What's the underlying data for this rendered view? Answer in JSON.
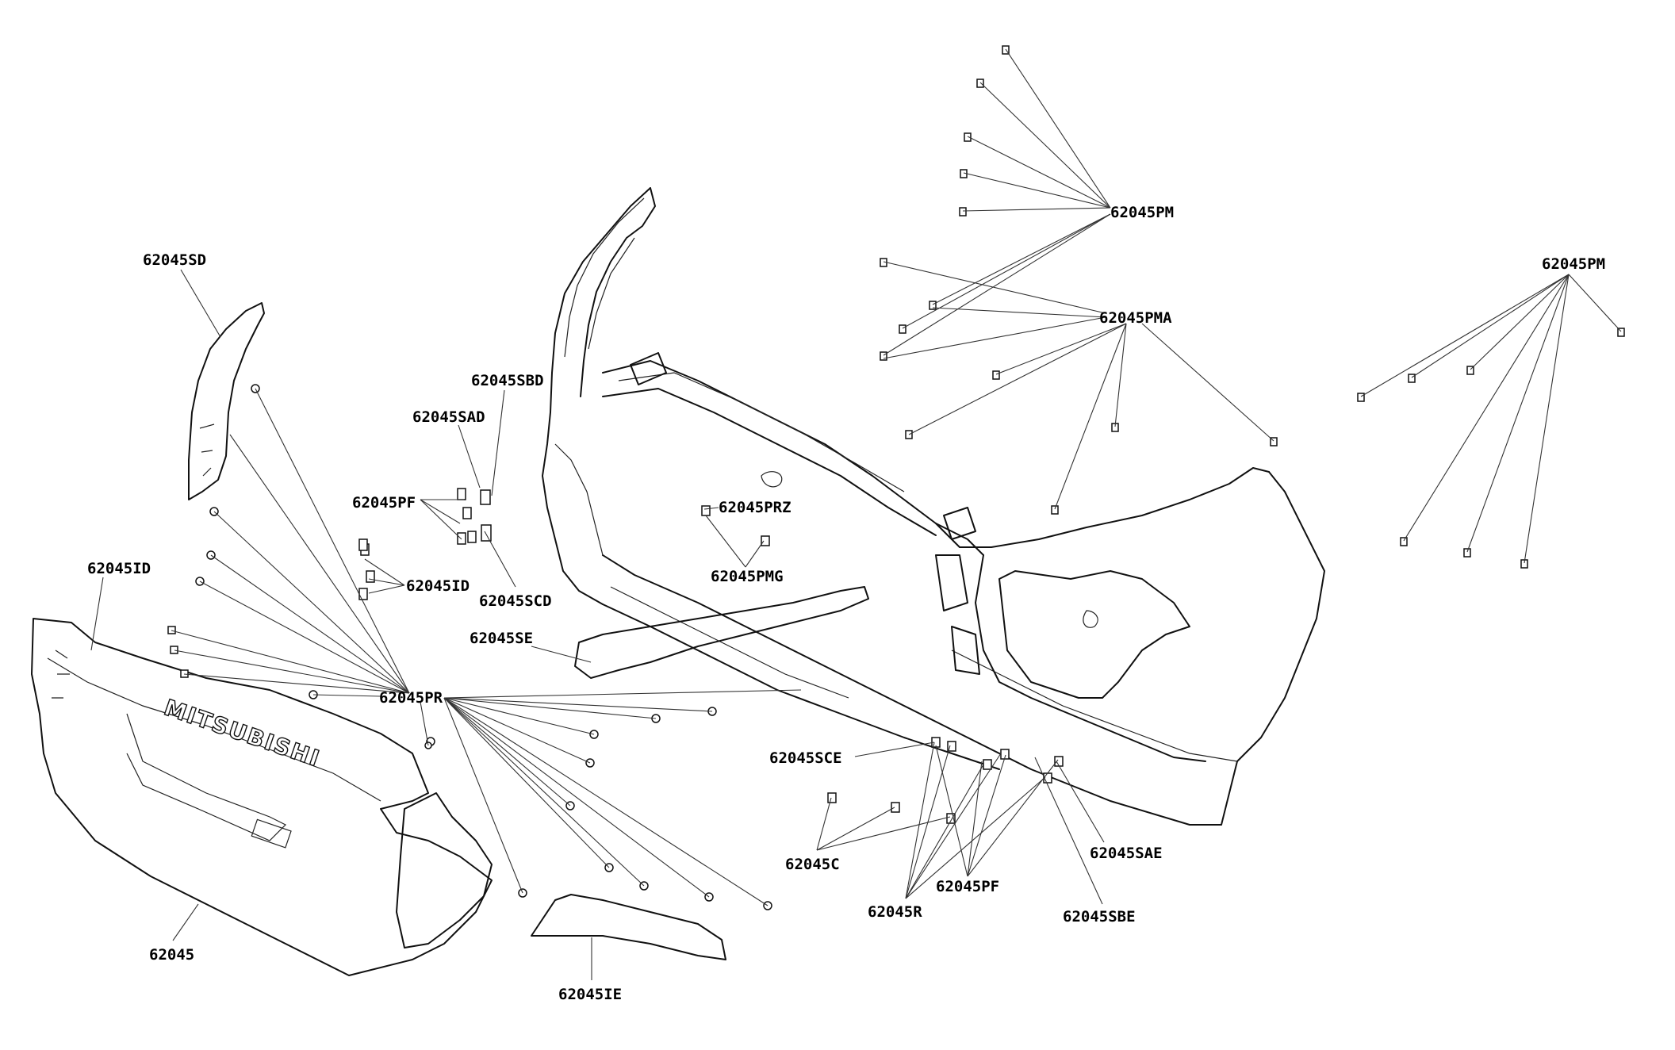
{
  "diagram": {
    "part_numbers": {
      "sd": "62045SD",
      "id_left": "62045ID",
      "sbd": "62045SBD",
      "sad": "62045SAD",
      "pf_upper": "62045PF",
      "id_mid": "62045ID",
      "scd": "62045SCD",
      "se": "62045SE",
      "pr": "62045PR",
      "prz": "62045PRZ",
      "pmg": "62045PMG",
      "pm_top": "62045PM",
      "pma": "62045PMA",
      "pm_right": "62045PM",
      "sce": "62045SCE",
      "c": "62045C",
      "pf_lower": "62045PF",
      "r": "62045R",
      "sae": "62045SAE",
      "sbe": "62045SBE",
      "main": "62045",
      "ie": "62045IE"
    },
    "emblem_text": "MITSUBISHI"
  }
}
